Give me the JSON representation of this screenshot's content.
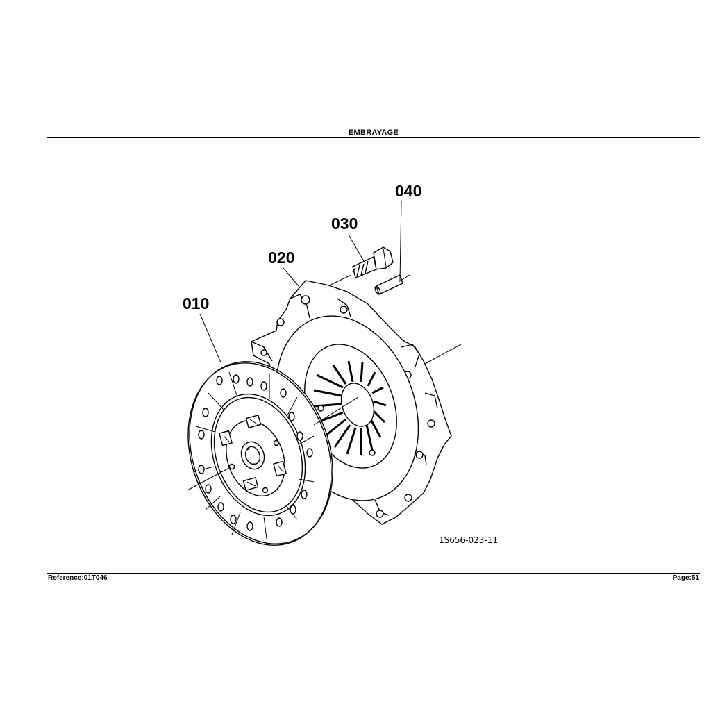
{
  "header": {
    "title": "EMBRAYAGE"
  },
  "footer": {
    "reference": "Reference:01T046",
    "page": "Page:51"
  },
  "diagram": {
    "drawing_number": "1S656-023-11",
    "callouts": [
      {
        "id": "010",
        "part": "clutch-disc"
      },
      {
        "id": "020",
        "part": "pressure-plate"
      },
      {
        "id": "030",
        "part": "bolt"
      },
      {
        "id": "040",
        "part": "pin"
      }
    ]
  }
}
